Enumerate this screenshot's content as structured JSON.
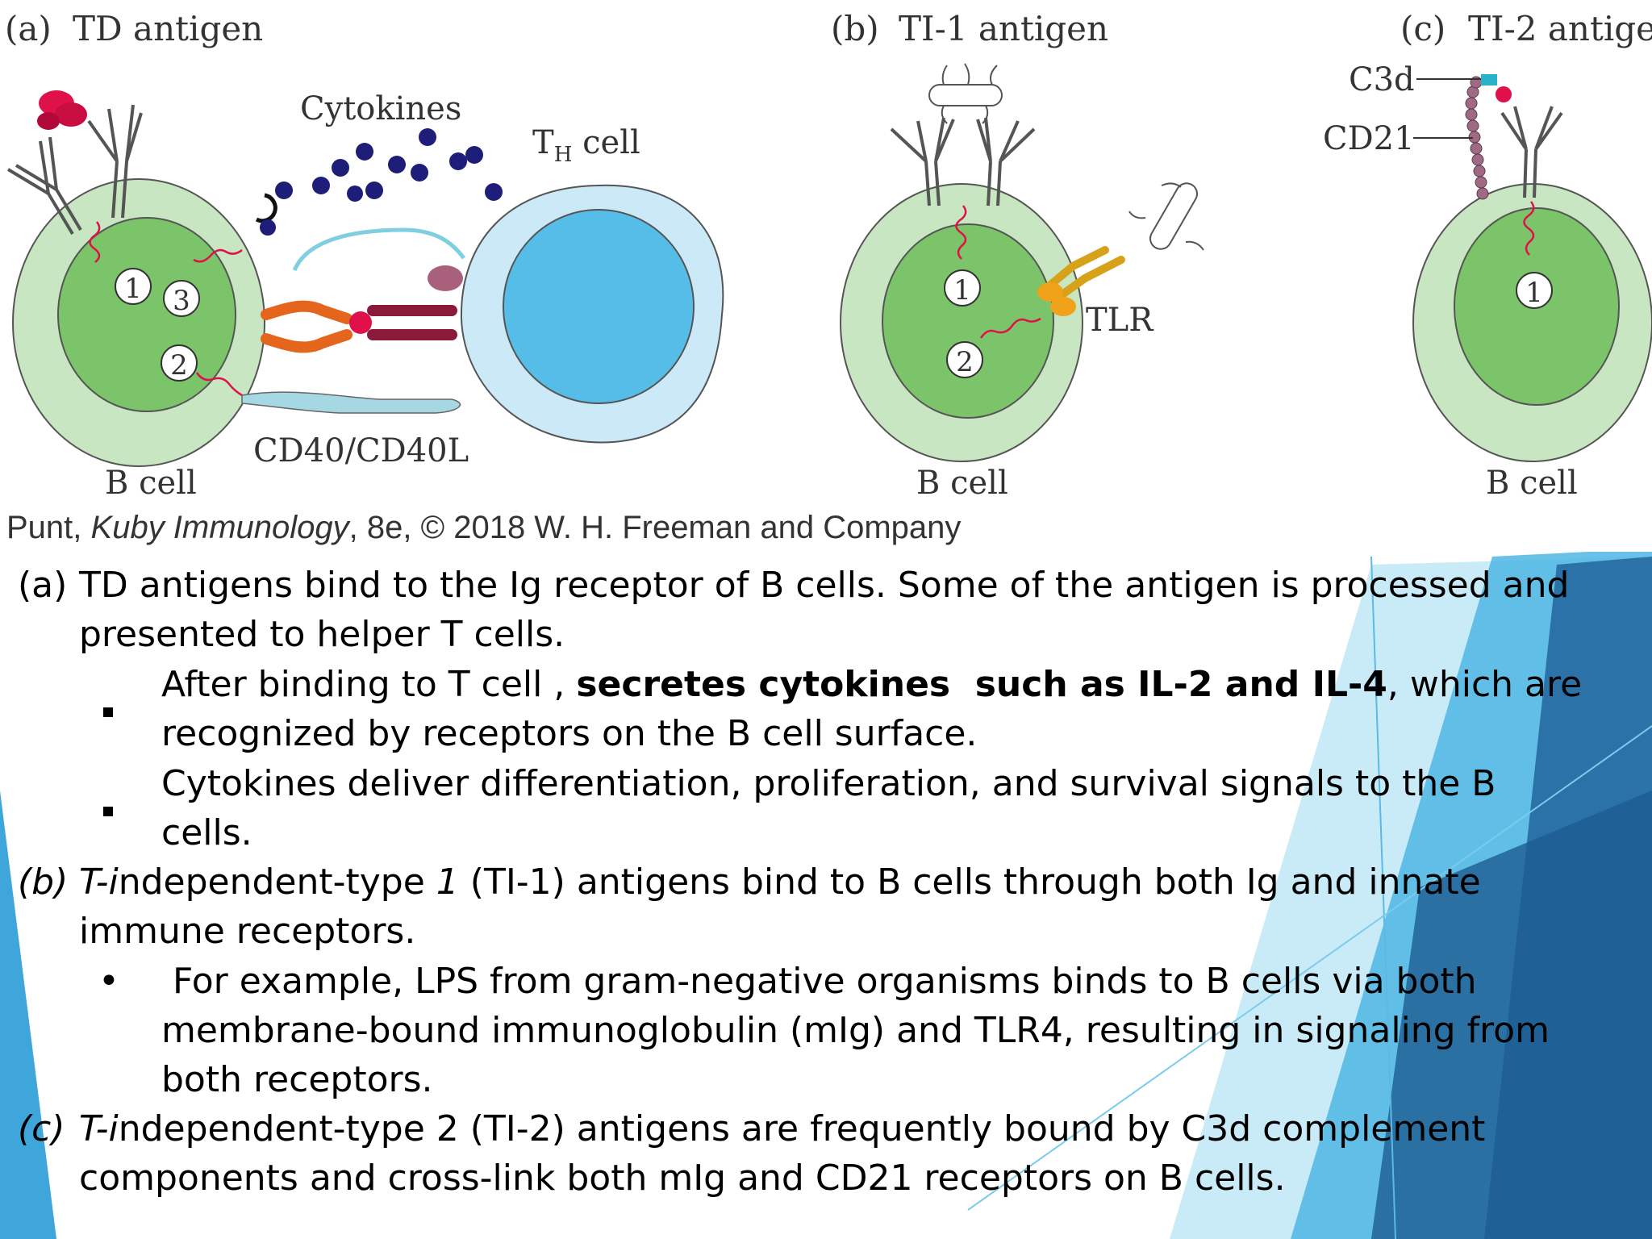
{
  "figure": {
    "panels": [
      {
        "label": "(a)",
        "title": "TD antigen"
      },
      {
        "label": "(b)",
        "title": "TI-1 antigen"
      },
      {
        "label": "(c)",
        "title": "TI-2 antige"
      }
    ],
    "labels": {
      "cytokines": "Cytokines",
      "th_cell_T": "T",
      "th_cell_sub": "H",
      "th_cell_rest": " cell",
      "cd40": "CD40/CD40L",
      "b_cell": "B cell",
      "tlr": "TLR",
      "c3d": "C3d",
      "cd21": "CD21"
    },
    "step_numbers": [
      "1",
      "2",
      "3"
    ],
    "credit": {
      "author": "Punt, ",
      "book": "Kuby Immunology",
      "rest": ", 8e, © 2018 W. H. Freeman and Company"
    }
  },
  "caption": {
    "a": {
      "marker": "(a)",
      "line1": "TD antigens bind to the Ig receptor of B cells. Some of the antigen is processed and",
      "line2": "presented to helper T cells.",
      "bullet1_pre": "After binding to T cell , ",
      "bullet1_bold": "secretes cytokines  such as IL-2 and IL-4",
      "bullet1_post": ", which are",
      "bullet1_line2": "recognized by receptors on the B cell surface.",
      "bullet2_line1": "Cytokines deliver differentiation, proliferation, and survival signals to the B",
      "bullet2_line2": "cells."
    },
    "b": {
      "marker": "(b)",
      "t": "T-",
      "i": "i",
      "mid": "ndependent-type ",
      "one": "1",
      "rest": " (TI-1) antigens bind to B cells through both Ig and innate",
      "line2": "immune receptors.",
      "bullet_glyph": "•",
      "bullet_line1": " For example, LPS from gram-negative organisms binds to B cells via both",
      "bullet_line2": "membrane-bound immunoglobulin (mIg) and TLR4, resulting in signaling from",
      "bullet_line3": "both receptors."
    },
    "c": {
      "marker": "(c)",
      "t": "T-",
      "i": "i",
      "rest": "ndependent-type 2 (TI-2) antigens are frequently bound by C3d complement",
      "line2": "components and cross-link both mIg and CD21 receptors on B cells."
    }
  }
}
